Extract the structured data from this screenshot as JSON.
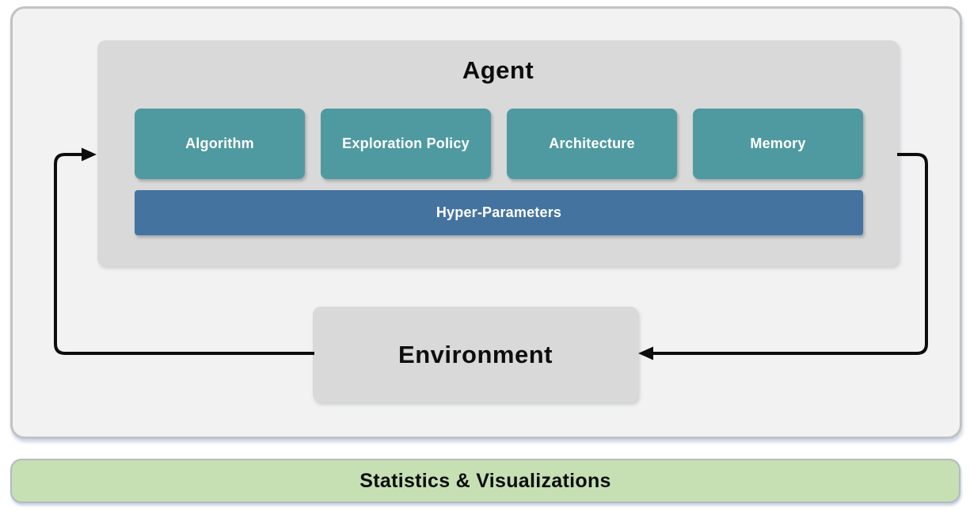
{
  "agent": {
    "title": "Agent",
    "components": [
      {
        "label": "Algorithm"
      },
      {
        "label": "Exploration Policy"
      },
      {
        "label": "Architecture"
      },
      {
        "label": "Memory"
      }
    ],
    "hyper_parameters_label": "Hyper-Parameters"
  },
  "environment": {
    "title": "Environment"
  },
  "stats_bar": {
    "label": "Statistics & Visualizations"
  },
  "colors": {
    "panel_bg": "#f2f2f2",
    "box_gray": "#d9d9d9",
    "component_teal": "#4f9aa0",
    "hyper_blue": "#44739f",
    "stats_green": "#c6e0b4",
    "arrow_black": "#0d0d0d"
  }
}
